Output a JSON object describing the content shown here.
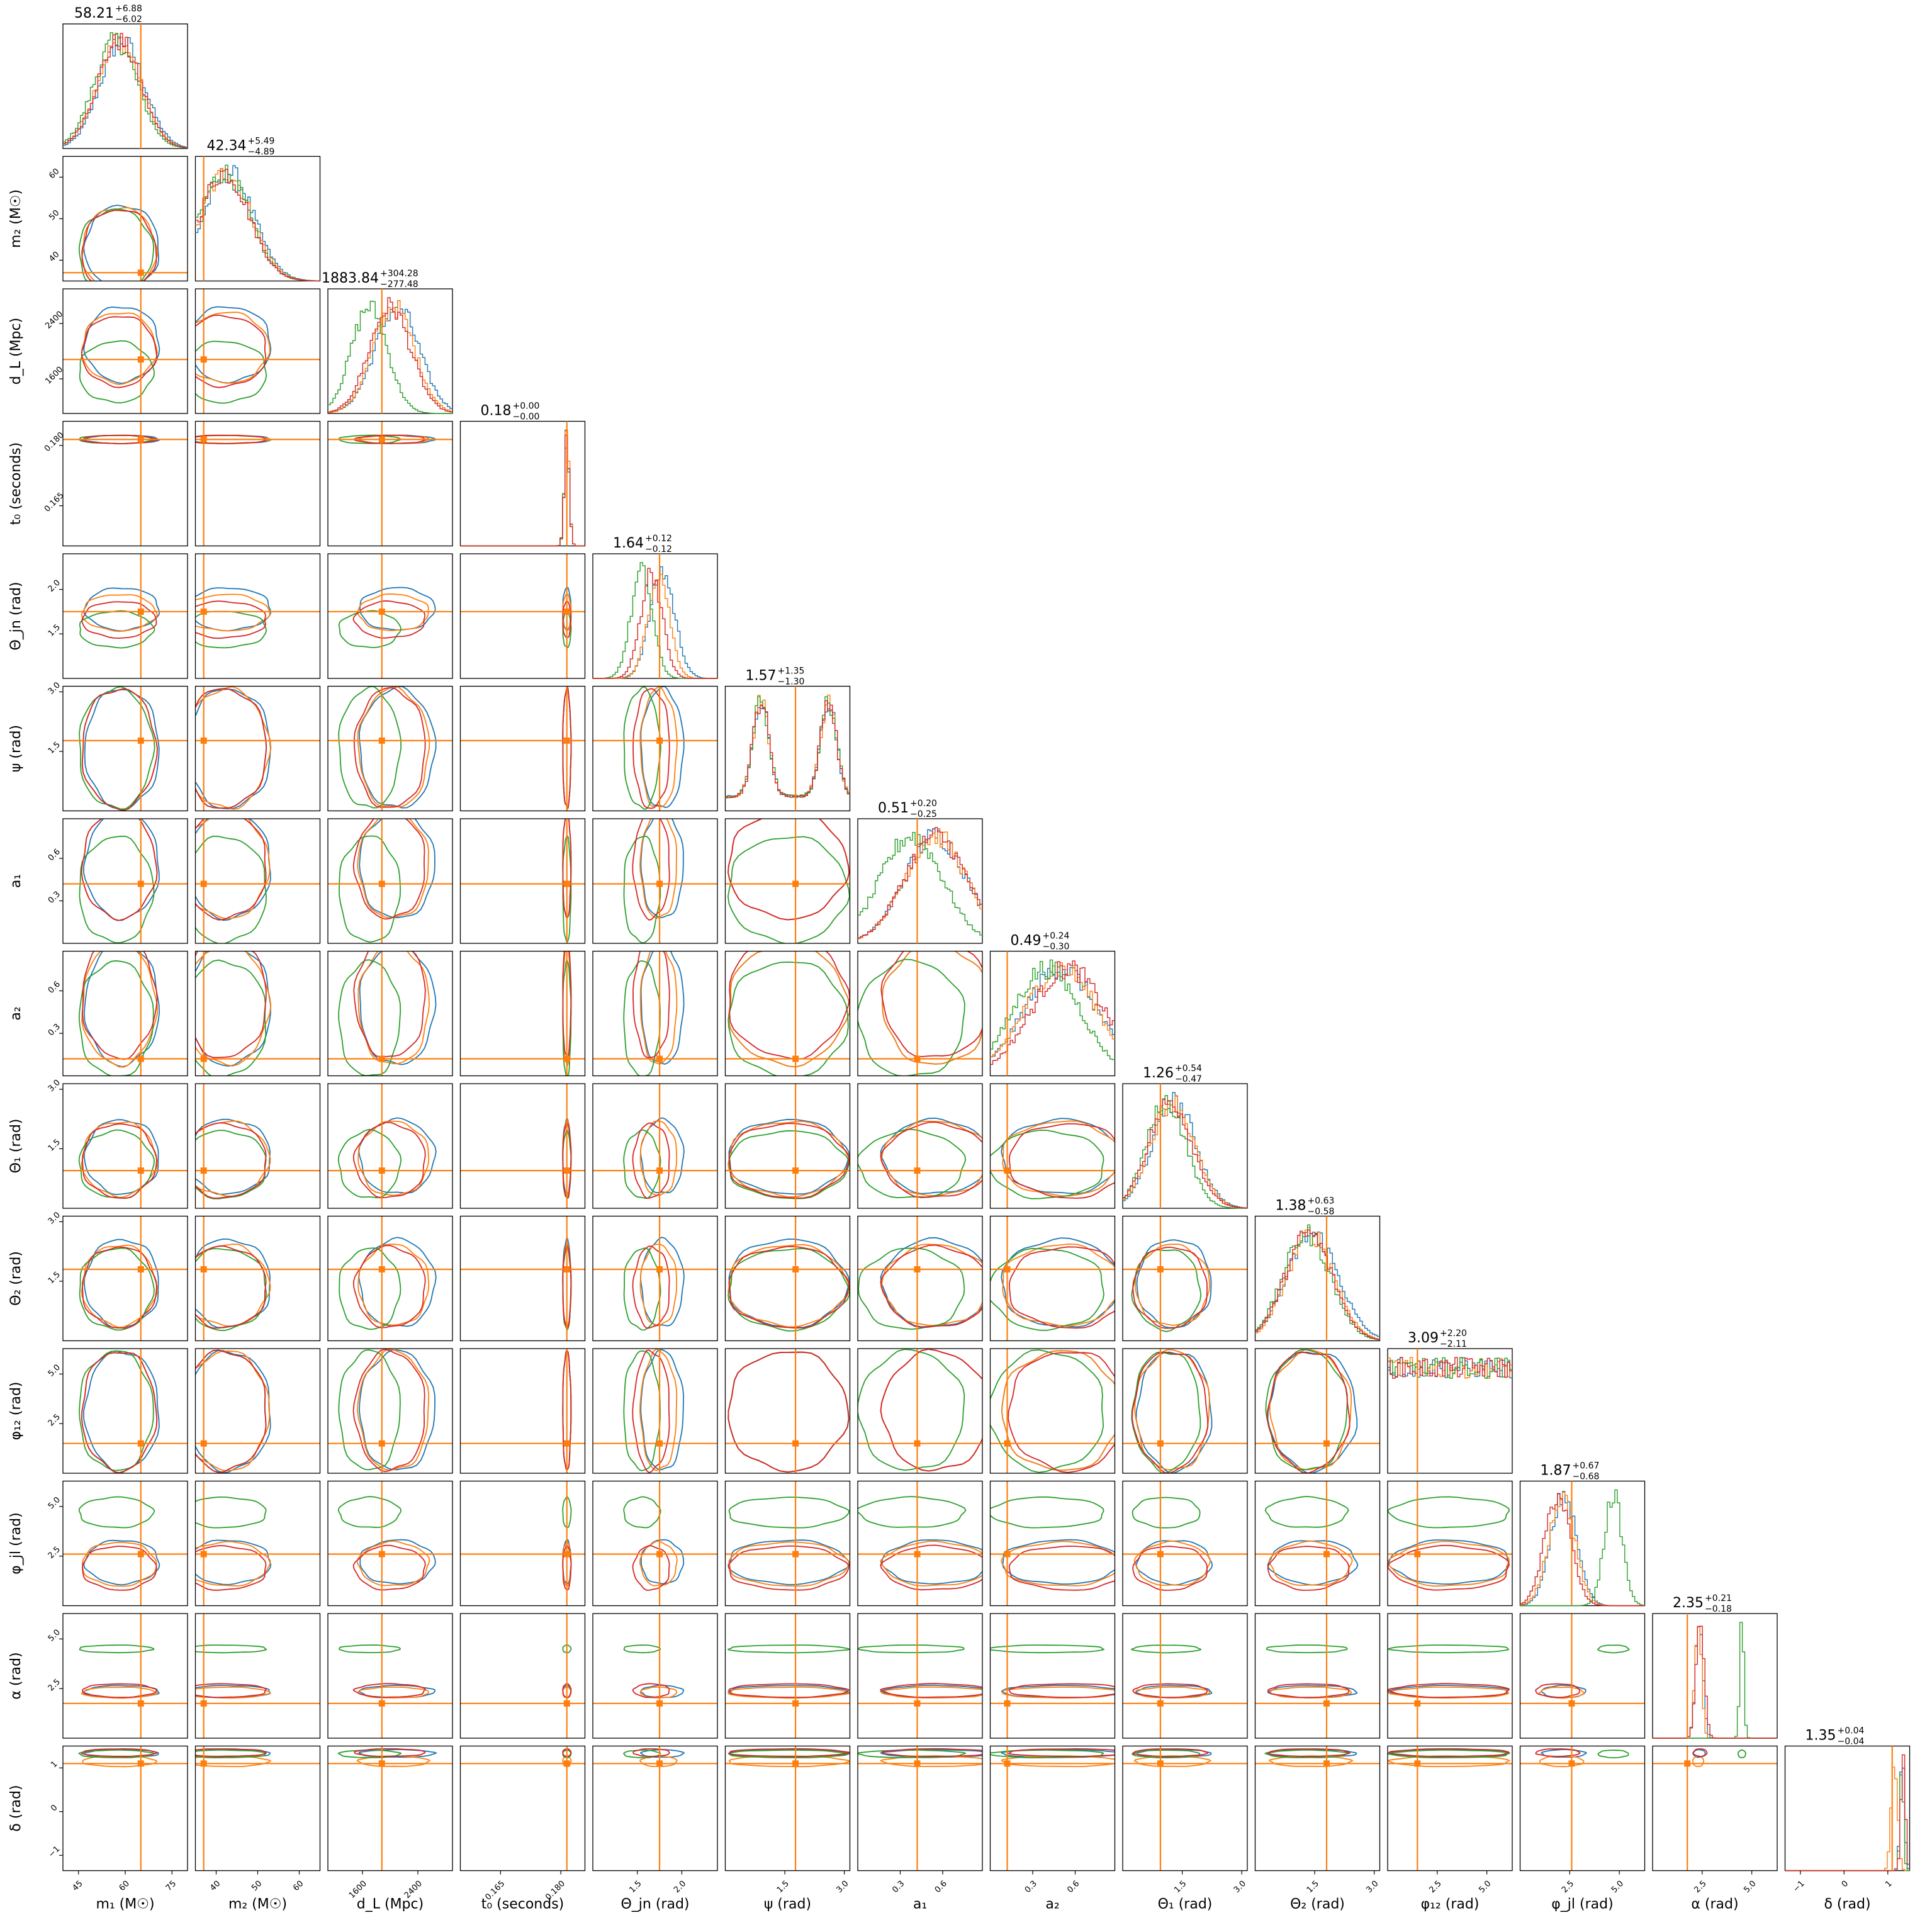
{
  "chart_data": {
    "type": "corner",
    "series_colors": [
      "#1f77b4",
      "#ff7f0e",
      "#2ca02c",
      "#d62728"
    ],
    "truth_color": "#ff7f0e",
    "params": [
      {
        "label": "m₁ (M☉)",
        "range": [
          40,
          80
        ],
        "ticks": [
          45,
          60,
          75
        ],
        "tick_labels": [
          "45",
          "60",
          "75"
        ],
        "truth": 65,
        "title": "58.21",
        "plus": "+6.88",
        "minus": "−6.02",
        "centers": [
          59,
          58,
          57,
          58
        ],
        "widths": [
          7,
          7,
          7,
          7
        ]
      },
      {
        "label": "m₂ (M☉)",
        "range": [
          35,
          65
        ],
        "ticks": [
          40,
          50,
          60
        ],
        "tick_labels": [
          "40",
          "50",
          "60"
        ],
        "truth": 37,
        "title": "42.34",
        "plus": "+5.49",
        "minus": "−4.89",
        "centers": [
          43,
          42.5,
          42,
          42
        ],
        "widths": [
          6,
          6,
          6,
          6
        ]
      },
      {
        "label": "d_L (Mpc)",
        "range": [
          1100,
          2900
        ],
        "ticks": [
          1600,
          2400
        ],
        "tick_labels": [
          "1600",
          "2400"
        ],
        "truth": 1880,
        "title": "1883.84",
        "plus": "+304.28",
        "minus": "−277.48",
        "centers": [
          2100,
          2050,
          1700,
          2000
        ],
        "widths": [
          320,
          300,
          260,
          300
        ]
      },
      {
        "label": "t₀ (seconds)",
        "range": [
          0.155,
          0.186
        ],
        "ticks": [
          0.165,
          0.18
        ],
        "tick_labels": [
          "0.165",
          "0.180"
        ],
        "truth": 0.1815,
        "title": "0.18",
        "plus": "+0.00",
        "minus": "−0.00",
        "centers": [
          0.1815,
          0.1815,
          0.1815,
          0.1815
        ],
        "widths": [
          0.0006,
          0.0006,
          0.0006,
          0.0006
        ]
      },
      {
        "label": "Θ_jn (rad)",
        "range": [
          1.0,
          2.4
        ],
        "ticks": [
          1.5,
          2.0
        ],
        "tick_labels": [
          "1.5",
          "2.0"
        ],
        "truth": 1.75,
        "title": "1.64",
        "plus": "+0.12",
        "minus": "−0.12",
        "centers": [
          1.78,
          1.74,
          1.55,
          1.66
        ],
        "widths": [
          0.14,
          0.12,
          0.12,
          0.12
        ]
      },
      {
        "label": "ψ (rad)",
        "range": [
          0,
          3.14
        ],
        "ticks": [
          1.5,
          3.0
        ],
        "tick_labels": [
          "1.5",
          "3.0"
        ],
        "truth": 1.77,
        "title": "1.57",
        "plus": "+1.35",
        "minus": "−1.30",
        "centers": [
          1.57,
          1.57,
          1.57,
          1.57
        ],
        "widths": [
          1.0,
          1.0,
          1.0,
          1.0
        ]
      },
      {
        "label": "a₁",
        "range": [
          0,
          0.88
        ],
        "ticks": [
          0.3,
          0.6
        ],
        "tick_labels": [
          "0.3",
          "0.6"
        ],
        "truth": 0.42,
        "title": "0.51",
        "plus": "+0.20",
        "minus": "−0.25",
        "centers": [
          0.55,
          0.55,
          0.38,
          0.55
        ],
        "widths": [
          0.22,
          0.22,
          0.22,
          0.22
        ]
      },
      {
        "label": "a₂",
        "range": [
          0,
          0.88
        ],
        "ticks": [
          0.3,
          0.6
        ],
        "tick_labels": [
          "0.3",
          "0.6"
        ],
        "truth": 0.12,
        "title": "0.49",
        "plus": "+0.24",
        "minus": "−0.30",
        "centers": [
          0.5,
          0.5,
          0.4,
          0.55
        ],
        "widths": [
          0.26,
          0.26,
          0.24,
          0.26
        ]
      },
      {
        "label": "Θ₁ (rad)",
        "range": [
          0,
          3.14
        ],
        "ticks": [
          1.5,
          3.0
        ],
        "tick_labels": [
          "1.5",
          "3.0"
        ],
        "truth": 0.95,
        "title": "1.26",
        "plus": "+0.54",
        "minus": "−0.47",
        "centers": [
          1.3,
          1.25,
          1.1,
          1.2
        ],
        "widths": [
          0.55,
          0.55,
          0.5,
          0.55
        ]
      },
      {
        "label": "Θ₂ (rad)",
        "range": [
          0,
          3.14
        ],
        "ticks": [
          1.5,
          3.0
        ],
        "tick_labels": [
          "1.5",
          "3.0"
        ],
        "truth": 1.8,
        "title": "1.38",
        "plus": "+0.63",
        "minus": "−0.58",
        "centers": [
          1.45,
          1.4,
          1.3,
          1.35
        ],
        "widths": [
          0.65,
          0.6,
          0.6,
          0.6
        ]
      },
      {
        "label": "φ₁₂ (rad)",
        "range": [
          0,
          6.28
        ],
        "ticks": [
          2.5,
          5.0
        ],
        "tick_labels": [
          "2.5",
          "5.0"
        ],
        "truth": 1.5,
        "title": "3.09",
        "plus": "+2.20",
        "minus": "−2.11",
        "centers": [
          3.14,
          3.14,
          3.14,
          3.14
        ],
        "widths": [
          3.0,
          3.0,
          3.0,
          3.0
        ]
      },
      {
        "label": "φ_jl (rad)",
        "range": [
          0,
          6.28
        ],
        "ticks": [
          2.5,
          5.0
        ],
        "tick_labels": [
          "2.5",
          "5.0"
        ],
        "truth": 2.6,
        "title": "1.87",
        "plus": "+0.67",
        "minus": "−0.68",
        "centers": [
          2.2,
          2.1,
          4.7,
          1.9
        ],
        "widths": [
          0.65,
          0.65,
          0.45,
          0.65
        ]
      },
      {
        "label": "α (rad)",
        "range": [
          0,
          6.28
        ],
        "ticks": [
          2.5,
          5.0
        ],
        "tick_labels": [
          "2.5",
          "5.0"
        ],
        "truth": 1.75,
        "title": "2.35",
        "plus": "+0.21",
        "minus": "−0.18",
        "centers": [
          2.35,
          2.3,
          4.5,
          2.4
        ],
        "widths": [
          0.18,
          0.16,
          0.1,
          0.2
        ]
      },
      {
        "label": "δ (rad)",
        "range": [
          -1.35,
          1.5
        ],
        "ticks": [
          -1,
          0,
          1
        ],
        "tick_labels": [
          "−1",
          "0",
          "1"
        ],
        "truth": 1.1,
        "title": "1.35",
        "plus": "+0.04",
        "minus": "−0.04",
        "centers": [
          1.33,
          1.15,
          1.32,
          1.35
        ],
        "widths": [
          0.05,
          0.07,
          0.04,
          0.05
        ]
      }
    ]
  }
}
